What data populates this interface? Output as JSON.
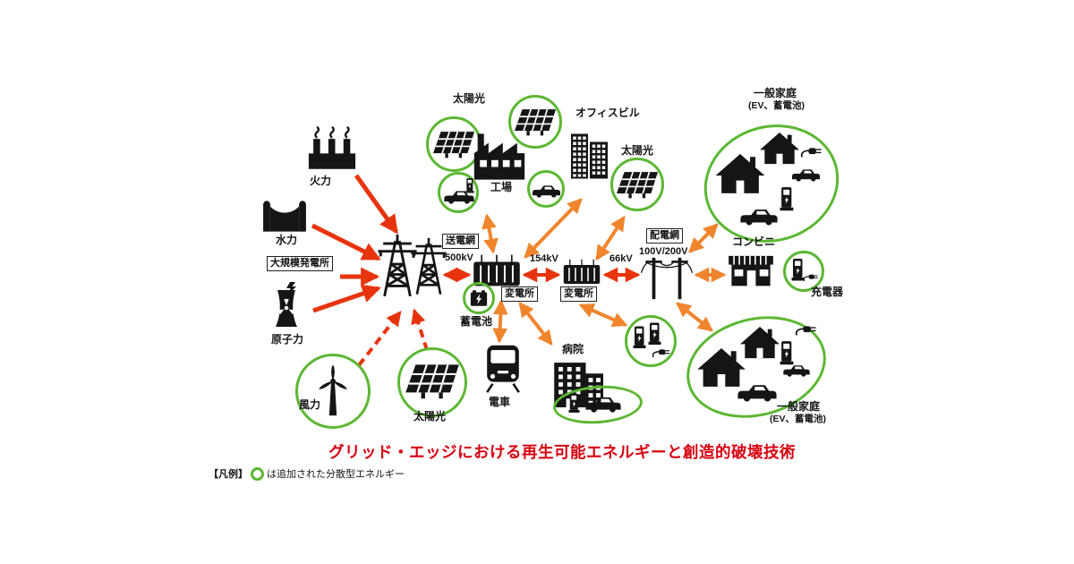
{
  "title": "グリッド・エッジにおける再生可能エネルギーと創造的破壊技術",
  "legend": {
    "prefix": "【凡例】",
    "text": "は追加された分散型エネルギー"
  },
  "colors": {
    "green": "#5cb733",
    "red": "#e8340c",
    "orange": "#f0852e",
    "title": "#d7000f",
    "icon": "#151515"
  },
  "labels": {
    "thermal": "火力",
    "hydro": "水力",
    "large_plant": "大規模発電所",
    "nuclear": "原子力",
    "wind": "風力",
    "solar": "太陽光",
    "grid_transmission": "送電網",
    "v500": "500kV",
    "substation": "変電所",
    "v154": "154kV",
    "v66": "66kV",
    "distribution": "配電網",
    "v100_200": "100V/200V",
    "battery": "蓄電池",
    "factory": "工場",
    "office": "オフィスビル",
    "home": "一般家庭",
    "home_sub": "(EV、蓄電池)",
    "conbini": "コンビニ",
    "charger": "充電器",
    "train": "電車",
    "hospital": "病院"
  }
}
